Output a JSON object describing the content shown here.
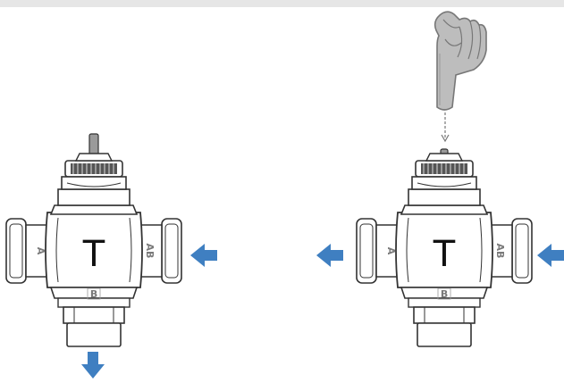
{
  "colors": {
    "arrow": "#3f7fc1",
    "outline": "#333333",
    "body_fill": "#ffffff",
    "hand_fill": "#bfbfbf",
    "hand_stroke": "#7a7a7a"
  },
  "valves": [
    {
      "id": "left",
      "labels": {
        "center": "T",
        "port_a": "A",
        "port_ab": "AB",
        "port_b": "B"
      },
      "stem": "raised",
      "flow": [
        "AB → B"
      ]
    },
    {
      "id": "right",
      "labels": {
        "center": "T",
        "port_a": "A",
        "port_ab": "AB",
        "port_b": "B"
      },
      "stem": "pressed",
      "flow": [
        "AB → A"
      ]
    }
  ],
  "icons": [
    "pressing-hand-icon",
    "dashed-down-arrow-icon",
    "flow-arrow-icon"
  ]
}
